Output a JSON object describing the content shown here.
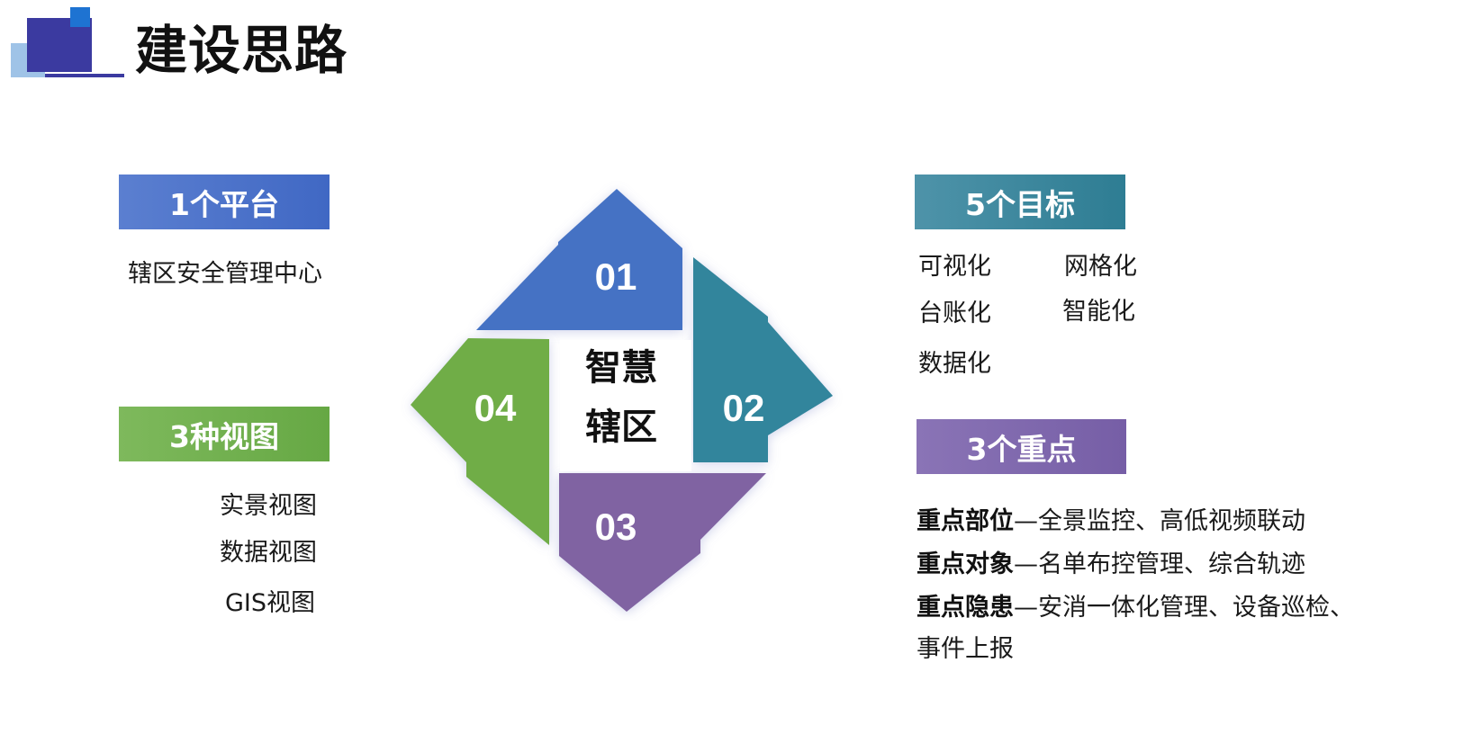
{
  "page": {
    "title": "建设思路"
  },
  "platform": {
    "label": "1个平台",
    "items": [
      "辖区安全管理中心"
    ]
  },
  "views": {
    "label": "3种视图",
    "items": [
      "实景视图",
      "数据视图",
      "GIS视图"
    ]
  },
  "goals": {
    "label": "5个目标",
    "items": [
      "可视化",
      "网格化",
      "台账化",
      "智能化",
      "数据化"
    ]
  },
  "keys": {
    "label": "3个重点",
    "items": [
      {
        "head": "重点部位",
        "tail": "—全景监控、高低视频联动"
      },
      {
        "head": "重点对象",
        "tail": "—名单布控管理、综合轨迹"
      },
      {
        "head": "重点隐患",
        "tail": "—安消一体化管理、设备巡检、"
      }
    ],
    "continuation": "事件上报"
  },
  "diamond": {
    "center_line1": "智慧",
    "center_line2": "辖区",
    "segments": [
      {
        "num": "01",
        "color": "#4472c4"
      },
      {
        "num": "02",
        "color": "#31859c"
      },
      {
        "num": "03",
        "color": "#8064a2"
      },
      {
        "num": "04",
        "color": "#70ad47"
      }
    ]
  }
}
